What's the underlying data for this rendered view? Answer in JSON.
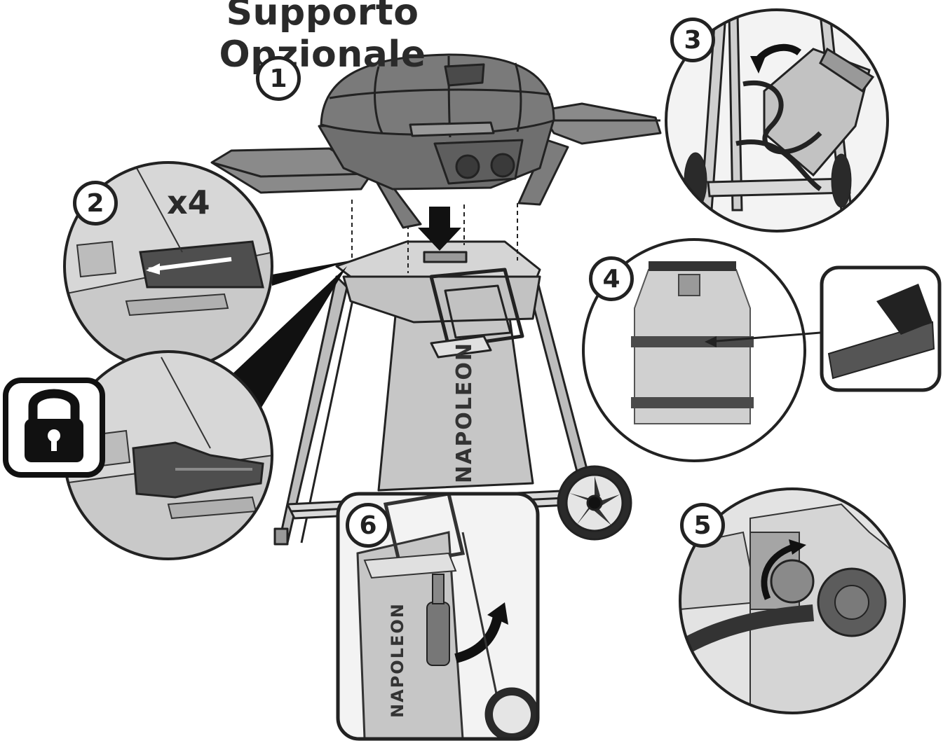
{
  "title": "Supporto Opzionale",
  "steps": {
    "s1": "1",
    "s2": "2",
    "s3": "3",
    "s4": "4",
    "s5": "5",
    "s6": "6"
  },
  "quantity_label": "x4",
  "brand_text": "NAPOLEON",
  "icons": {
    "lock": "padlock-icon"
  },
  "colors": {
    "ink": "#222222",
    "light_gray": "#c9c9c9",
    "mid_gray": "#9a9a9a",
    "dark_gray": "#555555"
  }
}
